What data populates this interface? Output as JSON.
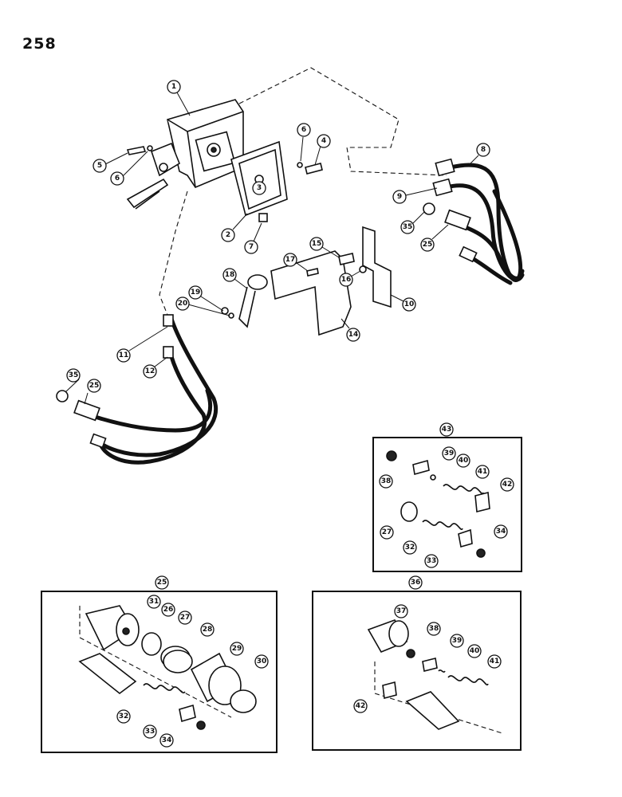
{
  "page_number": "258",
  "callouts": {
    "c1": "1",
    "c2": "2",
    "c3": "3",
    "c4": "4",
    "c5": "5",
    "c6a": "6",
    "c6b": "6",
    "c7": "7",
    "c8": "8",
    "c9": "9",
    "c10": "10",
    "c11": "11",
    "c12": "12",
    "c14": "14",
    "c15": "15",
    "c16": "16",
    "c17": "17",
    "c18": "18",
    "c19": "19",
    "c20": "20",
    "c25a": "25",
    "c25b": "25",
    "c35a": "35",
    "c35b": "35",
    "inset43": {
      "title": "43",
      "c38": "38",
      "c39": "39",
      "c40": "40",
      "c41": "41",
      "c42": "42",
      "c27": "27",
      "c32": "32",
      "c33": "33",
      "c34": "34"
    },
    "inset25": {
      "title": "25",
      "c31": "31",
      "c26": "26",
      "c27": "27",
      "c28": "28",
      "c29": "29",
      "c30": "30",
      "c32": "32",
      "c33": "33",
      "c34": "34"
    },
    "inset36": {
      "title": "36",
      "c37": "37",
      "c38": "38",
      "c39": "39",
      "c40": "40",
      "c41": "41",
      "c42": "42"
    }
  }
}
